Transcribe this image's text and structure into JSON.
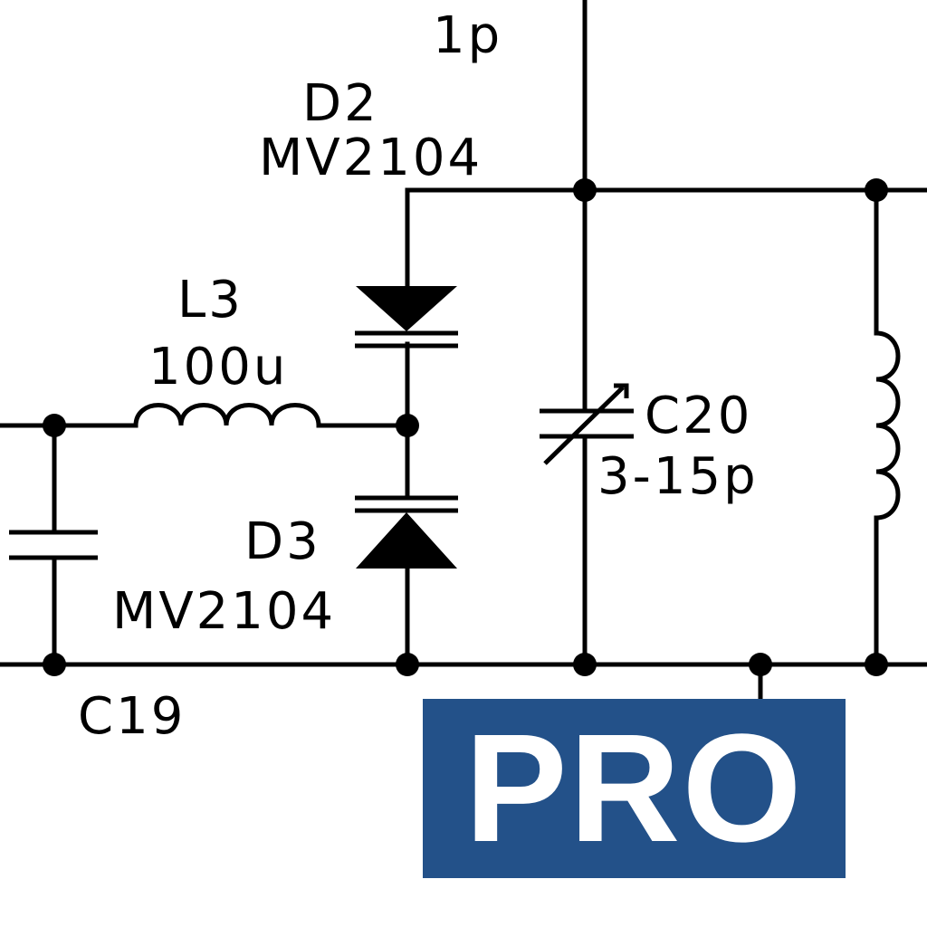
{
  "labels": {
    "cap_top": "1p",
    "d2_ref": "D2",
    "d2_part": "MV2104",
    "l3_ref": "L3",
    "l3_value": "100u",
    "c20_ref": "C20",
    "c20_value": "3-15p",
    "d3_ref": "D3",
    "d3_part": "MV2104",
    "c19_ref": "C19"
  },
  "badge": {
    "text": "PRO",
    "color": "#235189"
  },
  "colors": {
    "ink": "#000000",
    "background": "#ffffff"
  }
}
